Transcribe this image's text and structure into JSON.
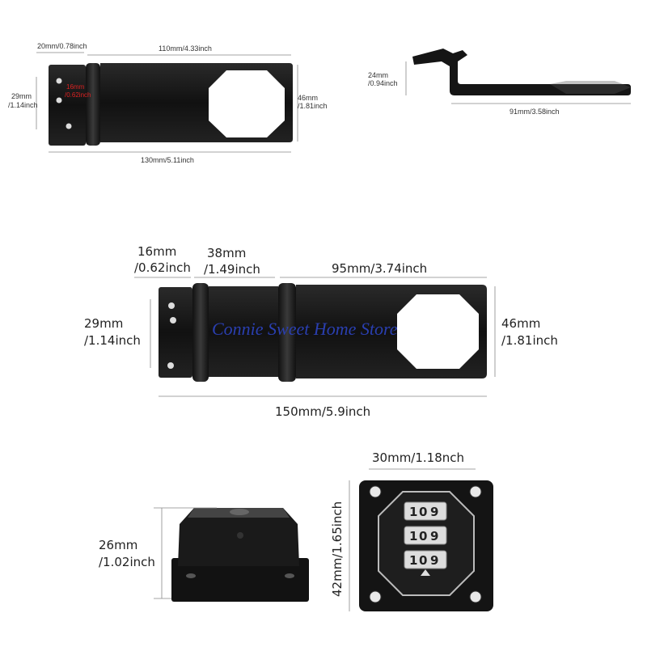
{
  "watermark": "Connie Sweet Home Store",
  "top_left_hasp": {
    "width_left_plate": "20mm/0.78inch",
    "width_right_plate": "110mm/4.33inch",
    "height_left": "29mm",
    "height_left_inch": "/1.14inch",
    "hinge_width_red": "16mm",
    "hinge_width_red_inch": "/0.62inch",
    "height_right": "46mm",
    "height_right_inch": "/1.81inch",
    "total_length": "130mm/5.11inch"
  },
  "top_right_side_view": {
    "height": "24mm",
    "height_inch": "/0.94inch",
    "length": "91mm/3.58inch"
  },
  "middle_hasp": {
    "left_plate": "16mm",
    "left_plate_inch": "/0.62inch",
    "middle_plate": "38mm",
    "middle_plate_inch": "/1.49inch",
    "right_plate": "95mm/3.74inch",
    "height_left": "29mm",
    "height_left_inch": "/1.14inch",
    "height_right": "46mm",
    "height_right_inch": "/1.81inch",
    "total_length": "150mm/5.9inch"
  },
  "lock_side": {
    "height": "26mm",
    "height_inch": "/1.02inch"
  },
  "lock_front": {
    "dial_width": "30mm/1.18nch",
    "height": "42mm/1.65inch",
    "dial_digits": [
      "1",
      "0",
      "9"
    ]
  }
}
